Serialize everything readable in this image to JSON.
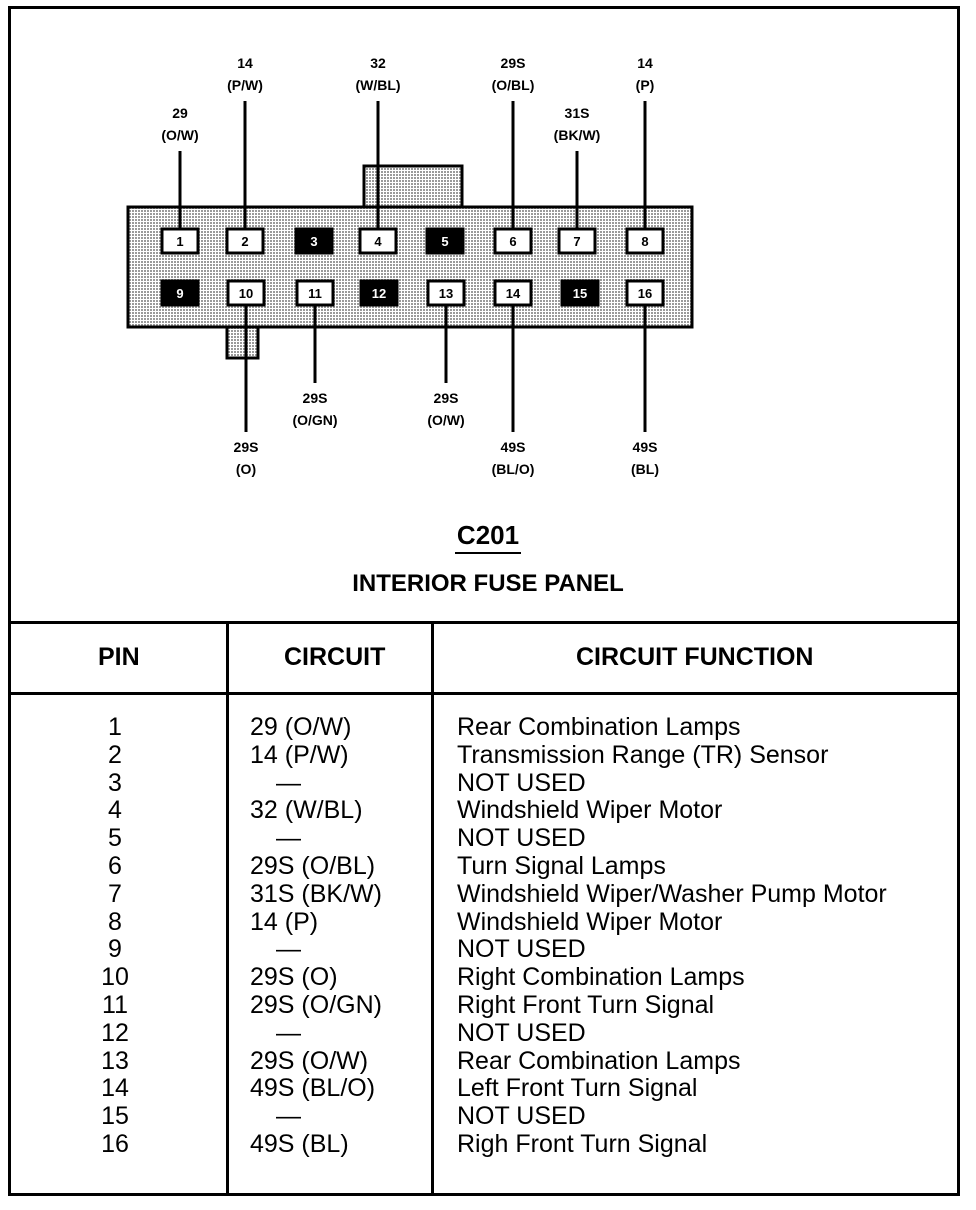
{
  "connector": {
    "id": "C201",
    "name": "INTERIOR FUSE PANEL",
    "top_row": [
      {
        "pin": "1",
        "used": true,
        "label_lines": [
          "29",
          "(O/W)"
        ]
      },
      {
        "pin": "2",
        "used": true,
        "label_lines": [
          "14",
          "(P/W)"
        ]
      },
      {
        "pin": "3",
        "used": false,
        "label_lines": []
      },
      {
        "pin": "4",
        "used": true,
        "label_lines": [
          "32",
          "(W/BL)"
        ]
      },
      {
        "pin": "5",
        "used": false,
        "label_lines": []
      },
      {
        "pin": "6",
        "used": true,
        "label_lines": [
          "29S",
          "(O/BL)"
        ]
      },
      {
        "pin": "7",
        "used": true,
        "label_lines": [
          "31S",
          "(BK/W)"
        ]
      },
      {
        "pin": "8",
        "used": true,
        "label_lines": [
          "14",
          "(P)"
        ]
      }
    ],
    "bottom_row": [
      {
        "pin": "9",
        "used": false,
        "label_lines": []
      },
      {
        "pin": "10",
        "used": true,
        "label_lines": [
          "29S",
          "(O)"
        ]
      },
      {
        "pin": "11",
        "used": true,
        "label_lines": [
          "29S",
          "(O/GN)"
        ]
      },
      {
        "pin": "12",
        "used": false,
        "label_lines": []
      },
      {
        "pin": "13",
        "used": true,
        "label_lines": [
          "29S",
          "(O/W)"
        ]
      },
      {
        "pin": "14",
        "used": true,
        "label_lines": [
          "49S",
          "(BL/O)"
        ]
      },
      {
        "pin": "15",
        "used": false,
        "label_lines": []
      },
      {
        "pin": "16",
        "used": true,
        "label_lines": [
          "49S",
          "(BL)"
        ]
      }
    ]
  },
  "table": {
    "headers": {
      "pin": "PIN",
      "circuit": "CIRCUIT",
      "function": "CIRCUIT FUNCTION"
    },
    "rows": [
      {
        "pin": "1",
        "circuit": "29 (O/W)",
        "function": "Rear Combination Lamps"
      },
      {
        "pin": "2",
        "circuit": "14 (P/W)",
        "function": "Transmission Range (TR) Sensor"
      },
      {
        "pin": "3",
        "circuit": "—",
        "function": "NOT USED"
      },
      {
        "pin": "4",
        "circuit": "32 (W/BL)",
        "function": "Windshield Wiper Motor"
      },
      {
        "pin": "5",
        "circuit": "—",
        "function": "NOT USED"
      },
      {
        "pin": "6",
        "circuit": "29S (O/BL)",
        "function": "Turn Signal Lamps"
      },
      {
        "pin": "7",
        "circuit": "31S (BK/W)",
        "function": "Windshield Wiper/Washer Pump Motor"
      },
      {
        "pin": "8",
        "circuit": "14 (P)",
        "function": "Windshield Wiper Motor"
      },
      {
        "pin": "9",
        "circuit": "—",
        "function": "NOT USED"
      },
      {
        "pin": "10",
        "circuit": "29S (O)",
        "function": "Right Combination Lamps"
      },
      {
        "pin": "11",
        "circuit": "29S (O/GN)",
        "function": "Right Front Turn Signal"
      },
      {
        "pin": "12",
        "circuit": "—",
        "function": "NOT USED"
      },
      {
        "pin": "13",
        "circuit": "29S (O/W)",
        "function": "Rear Combination Lamps"
      },
      {
        "pin": "14",
        "circuit": "49S (BL/O)",
        "function": "Left Front Turn Signal"
      },
      {
        "pin": "15",
        "circuit": "—",
        "function": "NOT USED"
      },
      {
        "pin": "16",
        "circuit": "49S (BL)",
        "function": "Righ Front Turn Signal"
      }
    ]
  },
  "colors": {
    "connector_fill": "#bdbdbd",
    "cavity_empty": "#000000",
    "cavity_used": "#ffffff",
    "ink": "#000000"
  }
}
